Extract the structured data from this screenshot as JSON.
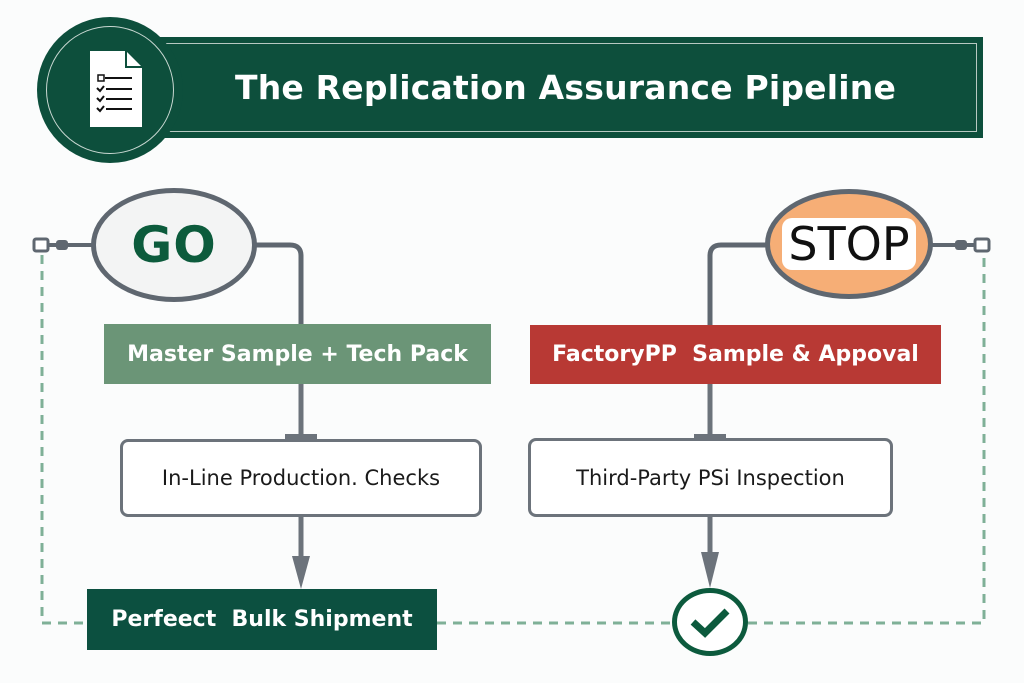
{
  "header": {
    "title": "The Replication Assurance Pipeline",
    "icon": "checklist-document-icon"
  },
  "start_node": {
    "label": "GO"
  },
  "stop_node": {
    "label": "STOP"
  },
  "left_flow": {
    "step1": "Master Sample + Tech Pack",
    "step2": "In-Line Production. Checks",
    "step3": "Perfeect  Bulk Shipment"
  },
  "right_flow": {
    "step1": "FactoryPP  Sample & Appoval",
    "step2": "Third-Party PSi Inspection",
    "end_icon": "checkmark-circle-icon"
  },
  "colors": {
    "brand_green": "#0d4f3c",
    "sage_green": "#6b9577",
    "stop_red": "#b83934",
    "stop_orange": "#f6ae76",
    "connector_gray": "#5f6770",
    "dashed_green": "#7fb097"
  }
}
